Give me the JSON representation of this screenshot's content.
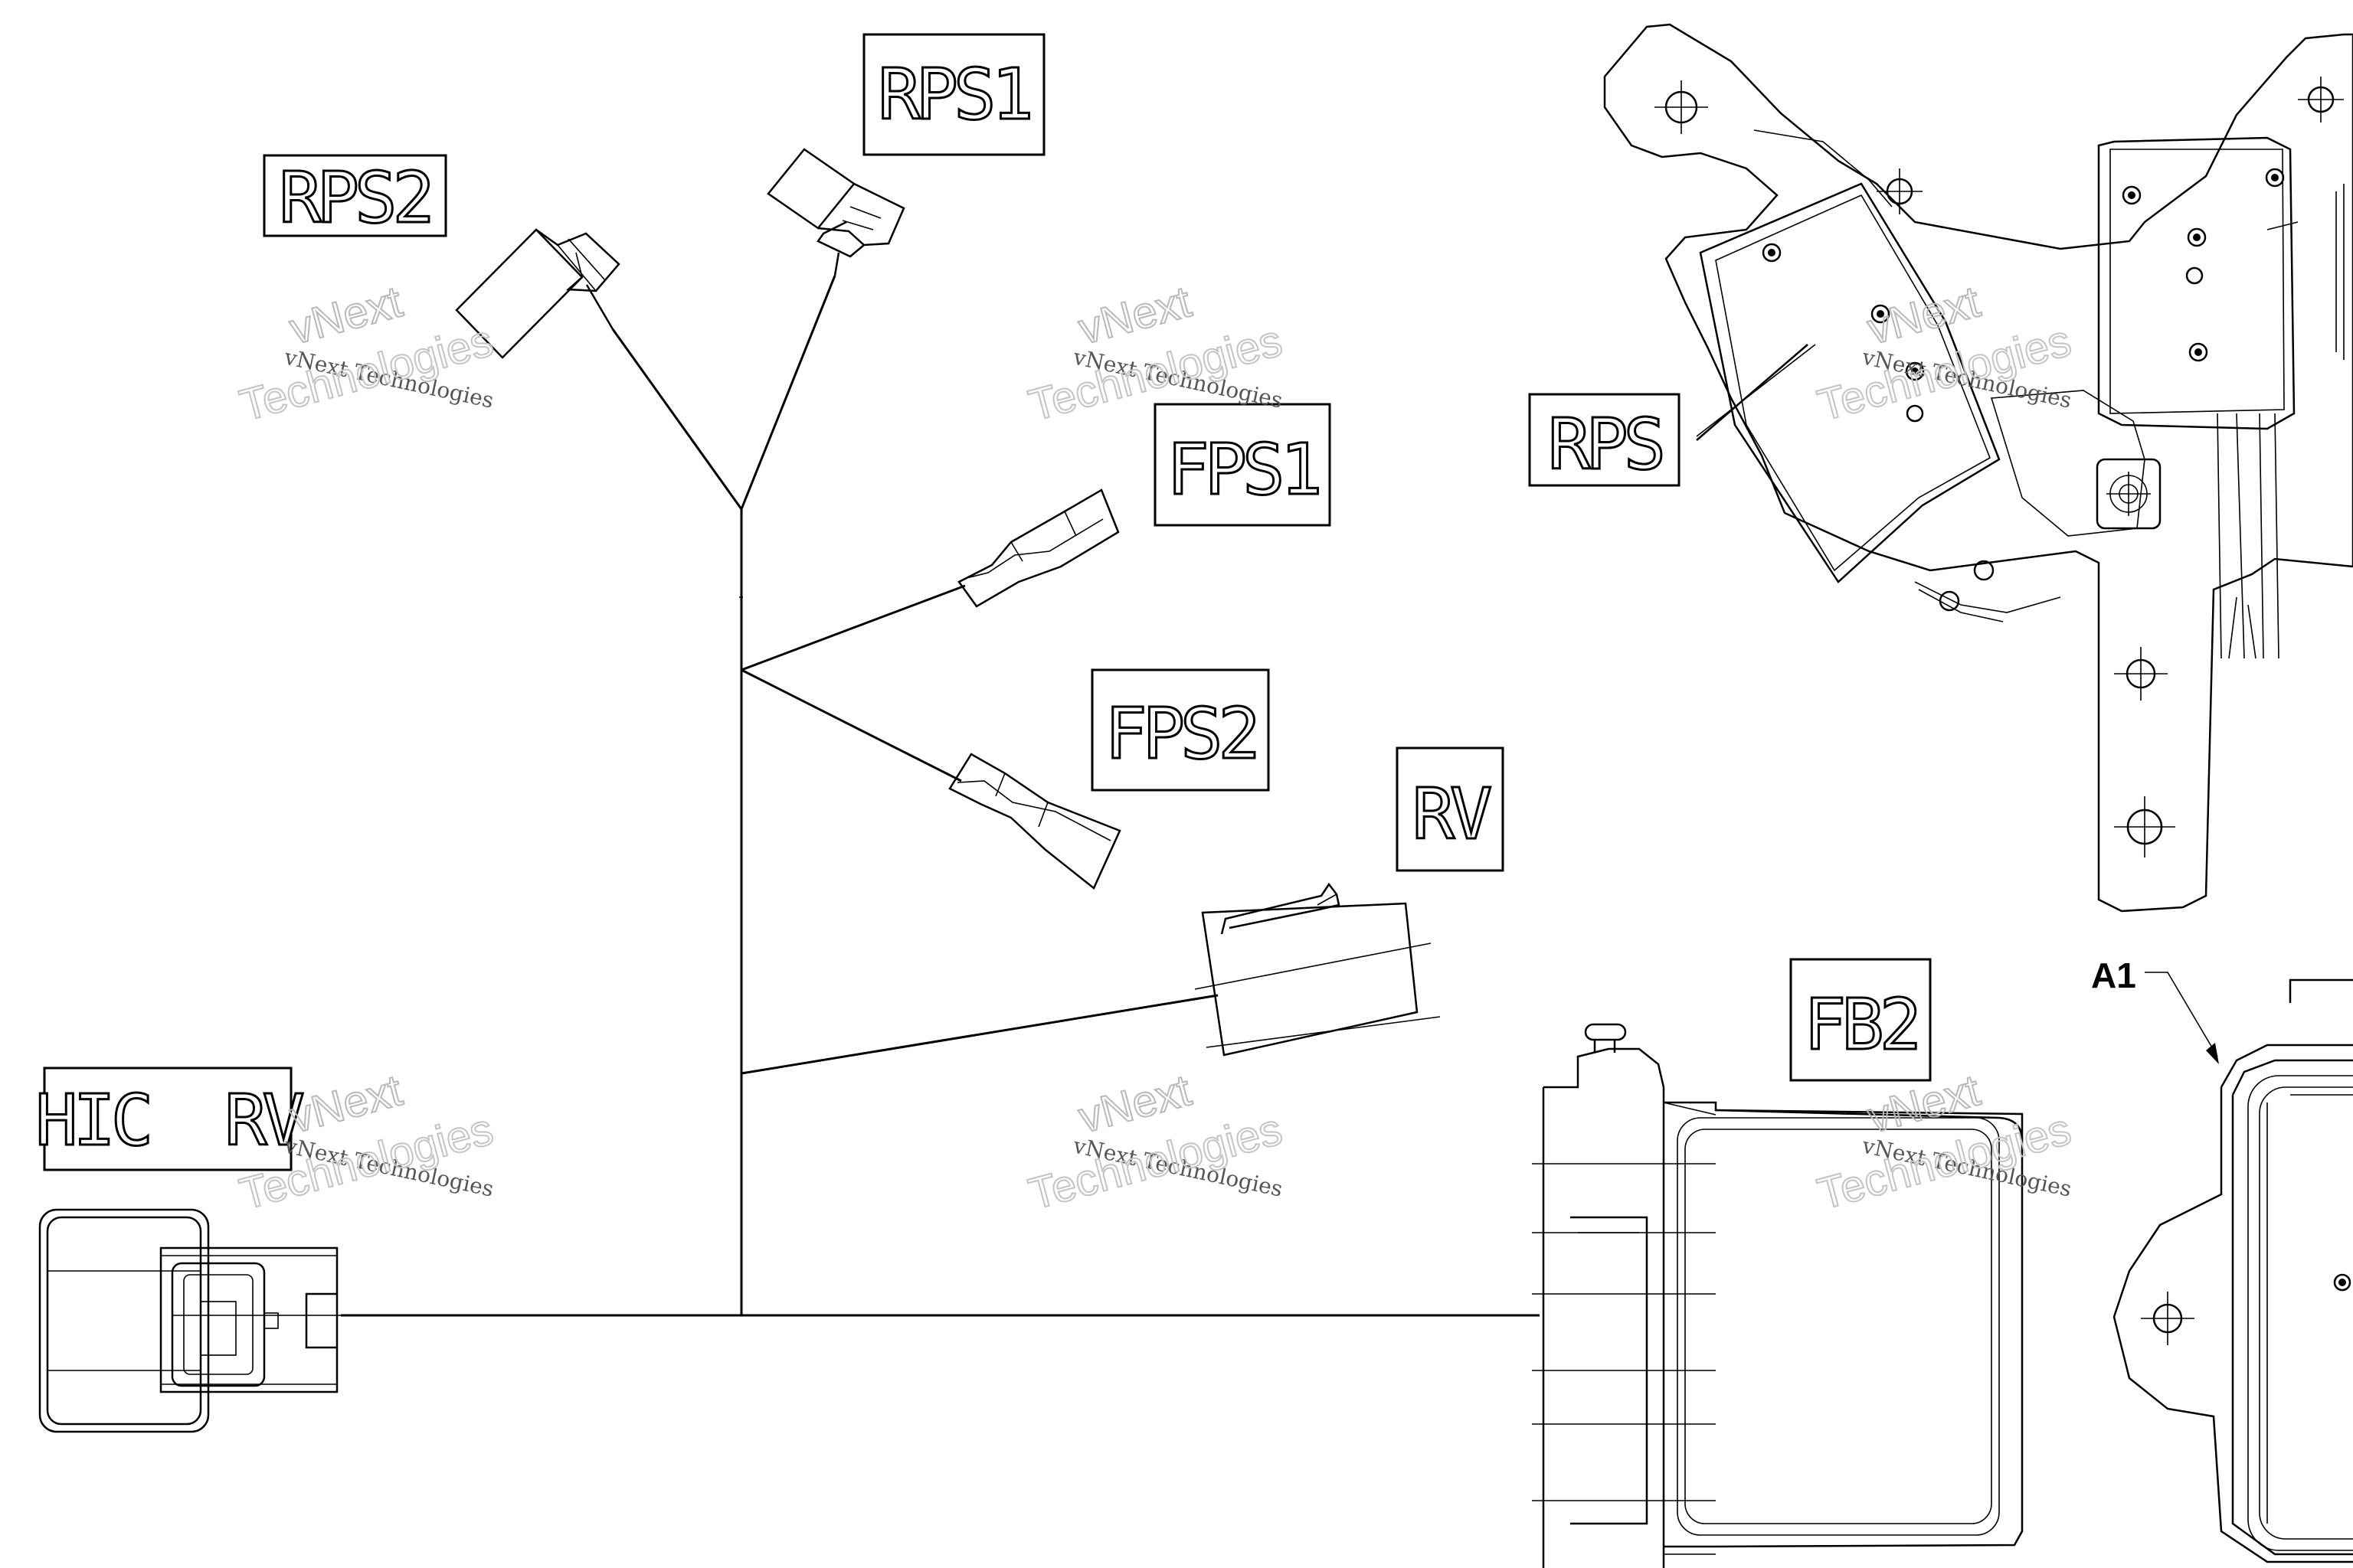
{
  "diagram": {
    "labels": {
      "rps2": "RPS2",
      "rps1": "RPS1",
      "fps1": "FPS1",
      "fps2": "FPS2",
      "rv": "RV",
      "hic_rv": "HIC  RV",
      "rps": "RPS",
      "fb2": "FB2",
      "a1": "A1"
    },
    "watermark": {
      "line1": "vNext Technologies",
      "line2": "vNext",
      "line3": "Technologies"
    }
  }
}
